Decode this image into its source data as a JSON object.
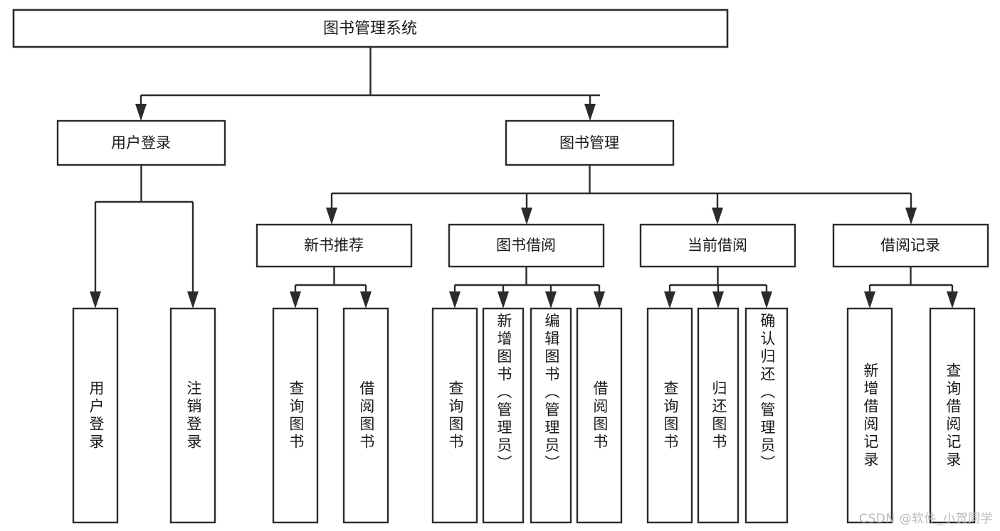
{
  "diagram": {
    "title": "图书管理系统",
    "type": "hierarchy-tree",
    "orientation": "top-down",
    "colors": {
      "box_stroke": "#2b2b2b",
      "box_fill": "#ffffff",
      "connector": "#2b2b2b",
      "text": "#1a1a1a",
      "background": "#ffffff",
      "watermark": "#b9b9b9"
    },
    "levels": 4,
    "nodes": {
      "root": {
        "label": "图书管理系统",
        "level": 1
      },
      "l2": [
        {
          "id": "user-login",
          "label": "用户登录",
          "level": 2
        },
        {
          "id": "book-management",
          "label": "图书管理",
          "level": 2
        }
      ],
      "l3": [
        {
          "id": "new-book-recommend",
          "label": "新书推荐",
          "level": 3,
          "parent": "book-management"
        },
        {
          "id": "book-borrow",
          "label": "图书借阅",
          "level": 3,
          "parent": "book-management"
        },
        {
          "id": "current-borrow",
          "label": "当前借阅",
          "level": 3,
          "parent": "book-management"
        },
        {
          "id": "borrow-record",
          "label": "借阅记录",
          "level": 3,
          "parent": "book-management"
        }
      ],
      "leaves": [
        {
          "id": "leaf-user-login",
          "label": "用户登录",
          "level": 3,
          "parent": "user-login"
        },
        {
          "id": "leaf-logout",
          "label": "注销登录",
          "level": 3,
          "parent": "user-login"
        },
        {
          "id": "leaf-query-book-1",
          "label": "查询图书",
          "level": 4,
          "parent": "new-book-recommend"
        },
        {
          "id": "leaf-borrow-book-1",
          "label": "借阅图书",
          "level": 4,
          "parent": "new-book-recommend"
        },
        {
          "id": "leaf-query-book-2",
          "label": "查询图书",
          "level": 4,
          "parent": "book-borrow"
        },
        {
          "id": "leaf-add-book",
          "label": "新增图书（管理员）",
          "level": 4,
          "parent": "book-borrow"
        },
        {
          "id": "leaf-edit-book",
          "label": "编辑图书（管理员）",
          "level": 4,
          "parent": "book-borrow"
        },
        {
          "id": "leaf-borrow-book-2",
          "label": "借阅图书",
          "level": 4,
          "parent": "book-borrow"
        },
        {
          "id": "leaf-query-book-3",
          "label": "查询图书",
          "level": 4,
          "parent": "current-borrow"
        },
        {
          "id": "leaf-return-book",
          "label": "归还图书",
          "level": 4,
          "parent": "current-borrow"
        },
        {
          "id": "leaf-confirm-return",
          "label": "确认归还（管理员）",
          "level": 4,
          "parent": "current-borrow"
        },
        {
          "id": "leaf-add-record",
          "label": "新增借阅记录",
          "level": 4,
          "parent": "borrow-record"
        },
        {
          "id": "leaf-query-record",
          "label": "查询借阅记录",
          "level": 4,
          "parent": "borrow-record"
        }
      ]
    },
    "watermark": "CSDN @软件_小贺同学"
  }
}
